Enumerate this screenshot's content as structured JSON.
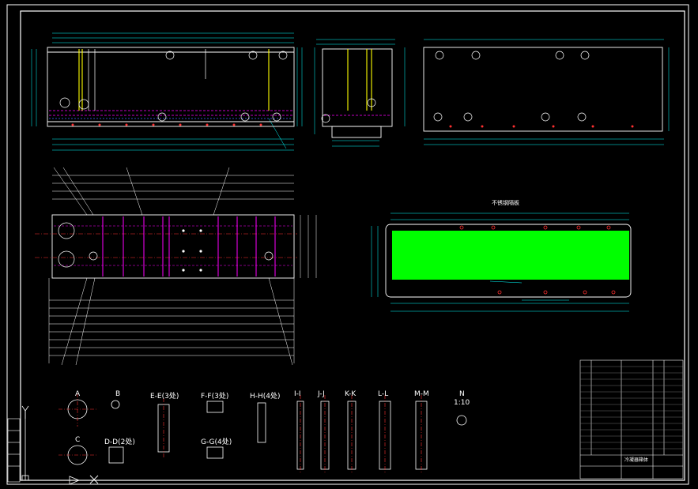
{
  "drawing": {
    "colors": {
      "background": "#000000",
      "frame": "#ffffff",
      "dimension": "#00ffff",
      "hidden": "#ff00ff",
      "center": "#ff3030",
      "section_yellow": "#ffff00",
      "plate_fill": "#00ff00",
      "text": "#ffffff"
    },
    "hidden_plate_title": "不锈钢隔板",
    "section_labels": [
      {
        "id": "A",
        "text": "A"
      },
      {
        "id": "B",
        "text": "B"
      },
      {
        "id": "C",
        "text": "C"
      },
      {
        "id": "D",
        "text": "D-D(2处)"
      },
      {
        "id": "E",
        "text": "E-E(3处)"
      },
      {
        "id": "F",
        "text": "F-F(3处)"
      },
      {
        "id": "G",
        "text": "G-G(4处)"
      },
      {
        "id": "H",
        "text": "H-H(4处)"
      },
      {
        "id": "I",
        "text": "I-I"
      },
      {
        "id": "J",
        "text": "J-J"
      },
      {
        "id": "K",
        "text": "K-K"
      },
      {
        "id": "L",
        "text": "L-L"
      },
      {
        "id": "M",
        "text": "M-M"
      },
      {
        "id": "N",
        "text": "N"
      },
      {
        "id": "N2",
        "text": "1:10"
      }
    ],
    "title_block": {
      "title": "冷凝器箱体"
    },
    "icons": [
      "ucs-axis-icon",
      "ucs-arrow-icon",
      "ucs-cross-icon"
    ]
  }
}
